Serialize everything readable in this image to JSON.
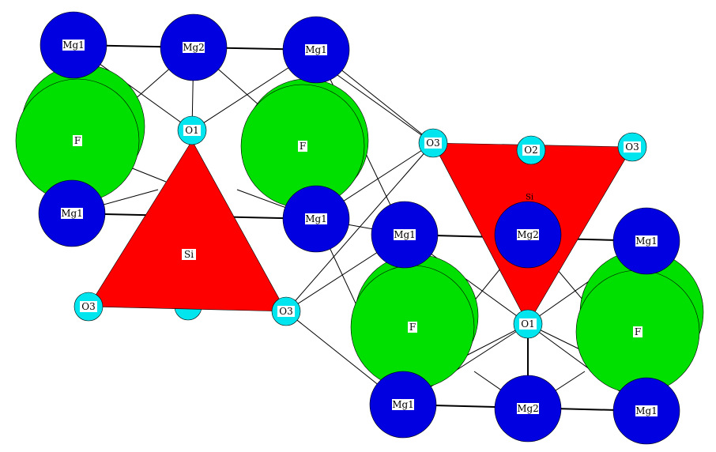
{
  "labels": {
    "mg1": "Mg1",
    "mg2": "Mg2",
    "o1": "O1",
    "o2": "O2",
    "o3": "O3",
    "f": "F",
    "si": "Si",
    "si_partial": "Si"
  },
  "colors": {
    "mg": "#0000e0",
    "f": "#00e000",
    "o": "#00e5ee",
    "si": "#ff0000",
    "bond": "#000000",
    "background": "#ffffff"
  }
}
